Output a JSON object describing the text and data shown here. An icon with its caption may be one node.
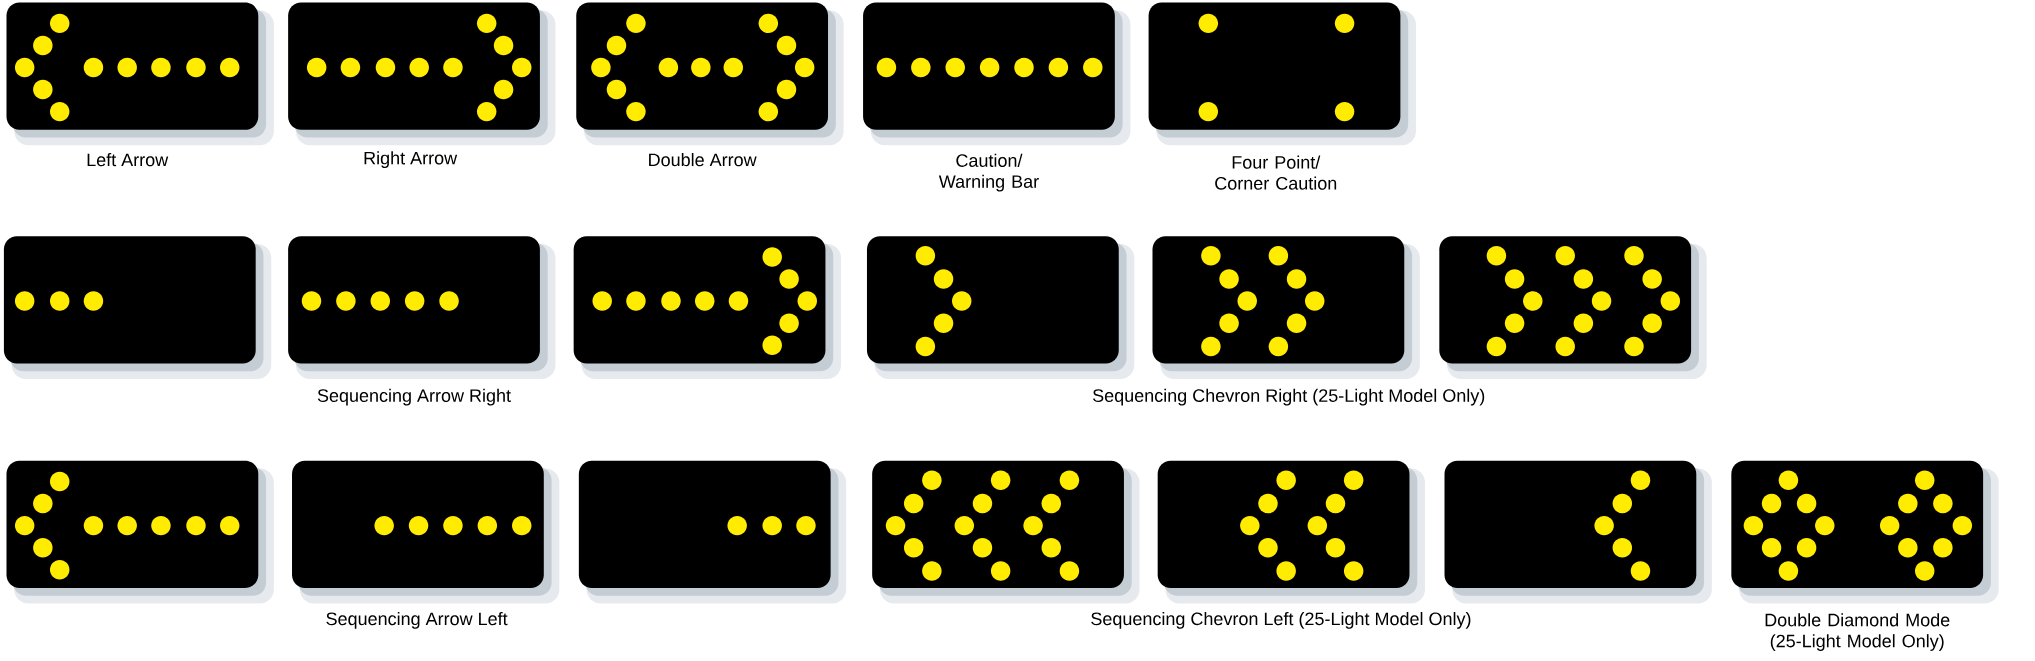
{
  "diagram": {
    "labels": [
      "Left Arrow",
      "Right Arrow",
      "Double Arrow",
      "Caution/ Warning Bar",
      "Four Point/ Corner Caution",
      "Sequencing Arrow Right",
      "Sequencing Chevron Right (25-Light Model Only)",
      "Sequencing Arrow Left",
      "Sequencing Chevron Left (25-Light Model Only)",
      "Double Diamond Mode (25-Light Model Only)"
    ]
  }
}
